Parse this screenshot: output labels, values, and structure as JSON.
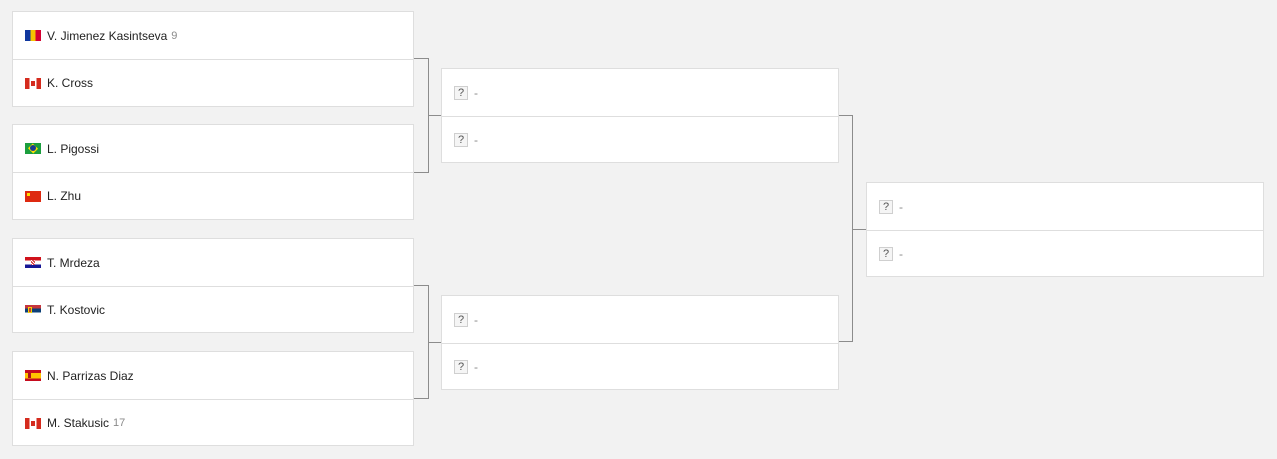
{
  "round1": [
    {
      "top": {
        "flag": "andorra-flag",
        "name": "V. Jimenez Kasintseva",
        "seed": "9"
      },
      "bottom": {
        "flag": "canada-flag",
        "name": "K. Cross",
        "seed": ""
      }
    },
    {
      "top": {
        "flag": "brazil-flag",
        "name": "L. Pigossi",
        "seed": ""
      },
      "bottom": {
        "flag": "china-flag",
        "name": "L. Zhu",
        "seed": ""
      }
    },
    {
      "top": {
        "flag": "croatia-flag",
        "name": "T. Mrdeza",
        "seed": ""
      },
      "bottom": {
        "flag": "serbia-flag",
        "name": "T. Kostovic",
        "seed": ""
      }
    },
    {
      "top": {
        "flag": "spain-flag",
        "name": "N. Parrizas Diaz",
        "seed": ""
      },
      "bottom": {
        "flag": "canada-flag",
        "name": "M. Stakusic",
        "seed": "17"
      }
    }
  ],
  "tbd": {
    "icon": "?",
    "label": "-"
  },
  "colors": {
    "background": "#f2f2f2",
    "card": "#ffffff",
    "border": "#dedede",
    "connector": "#8c8c8c"
  }
}
